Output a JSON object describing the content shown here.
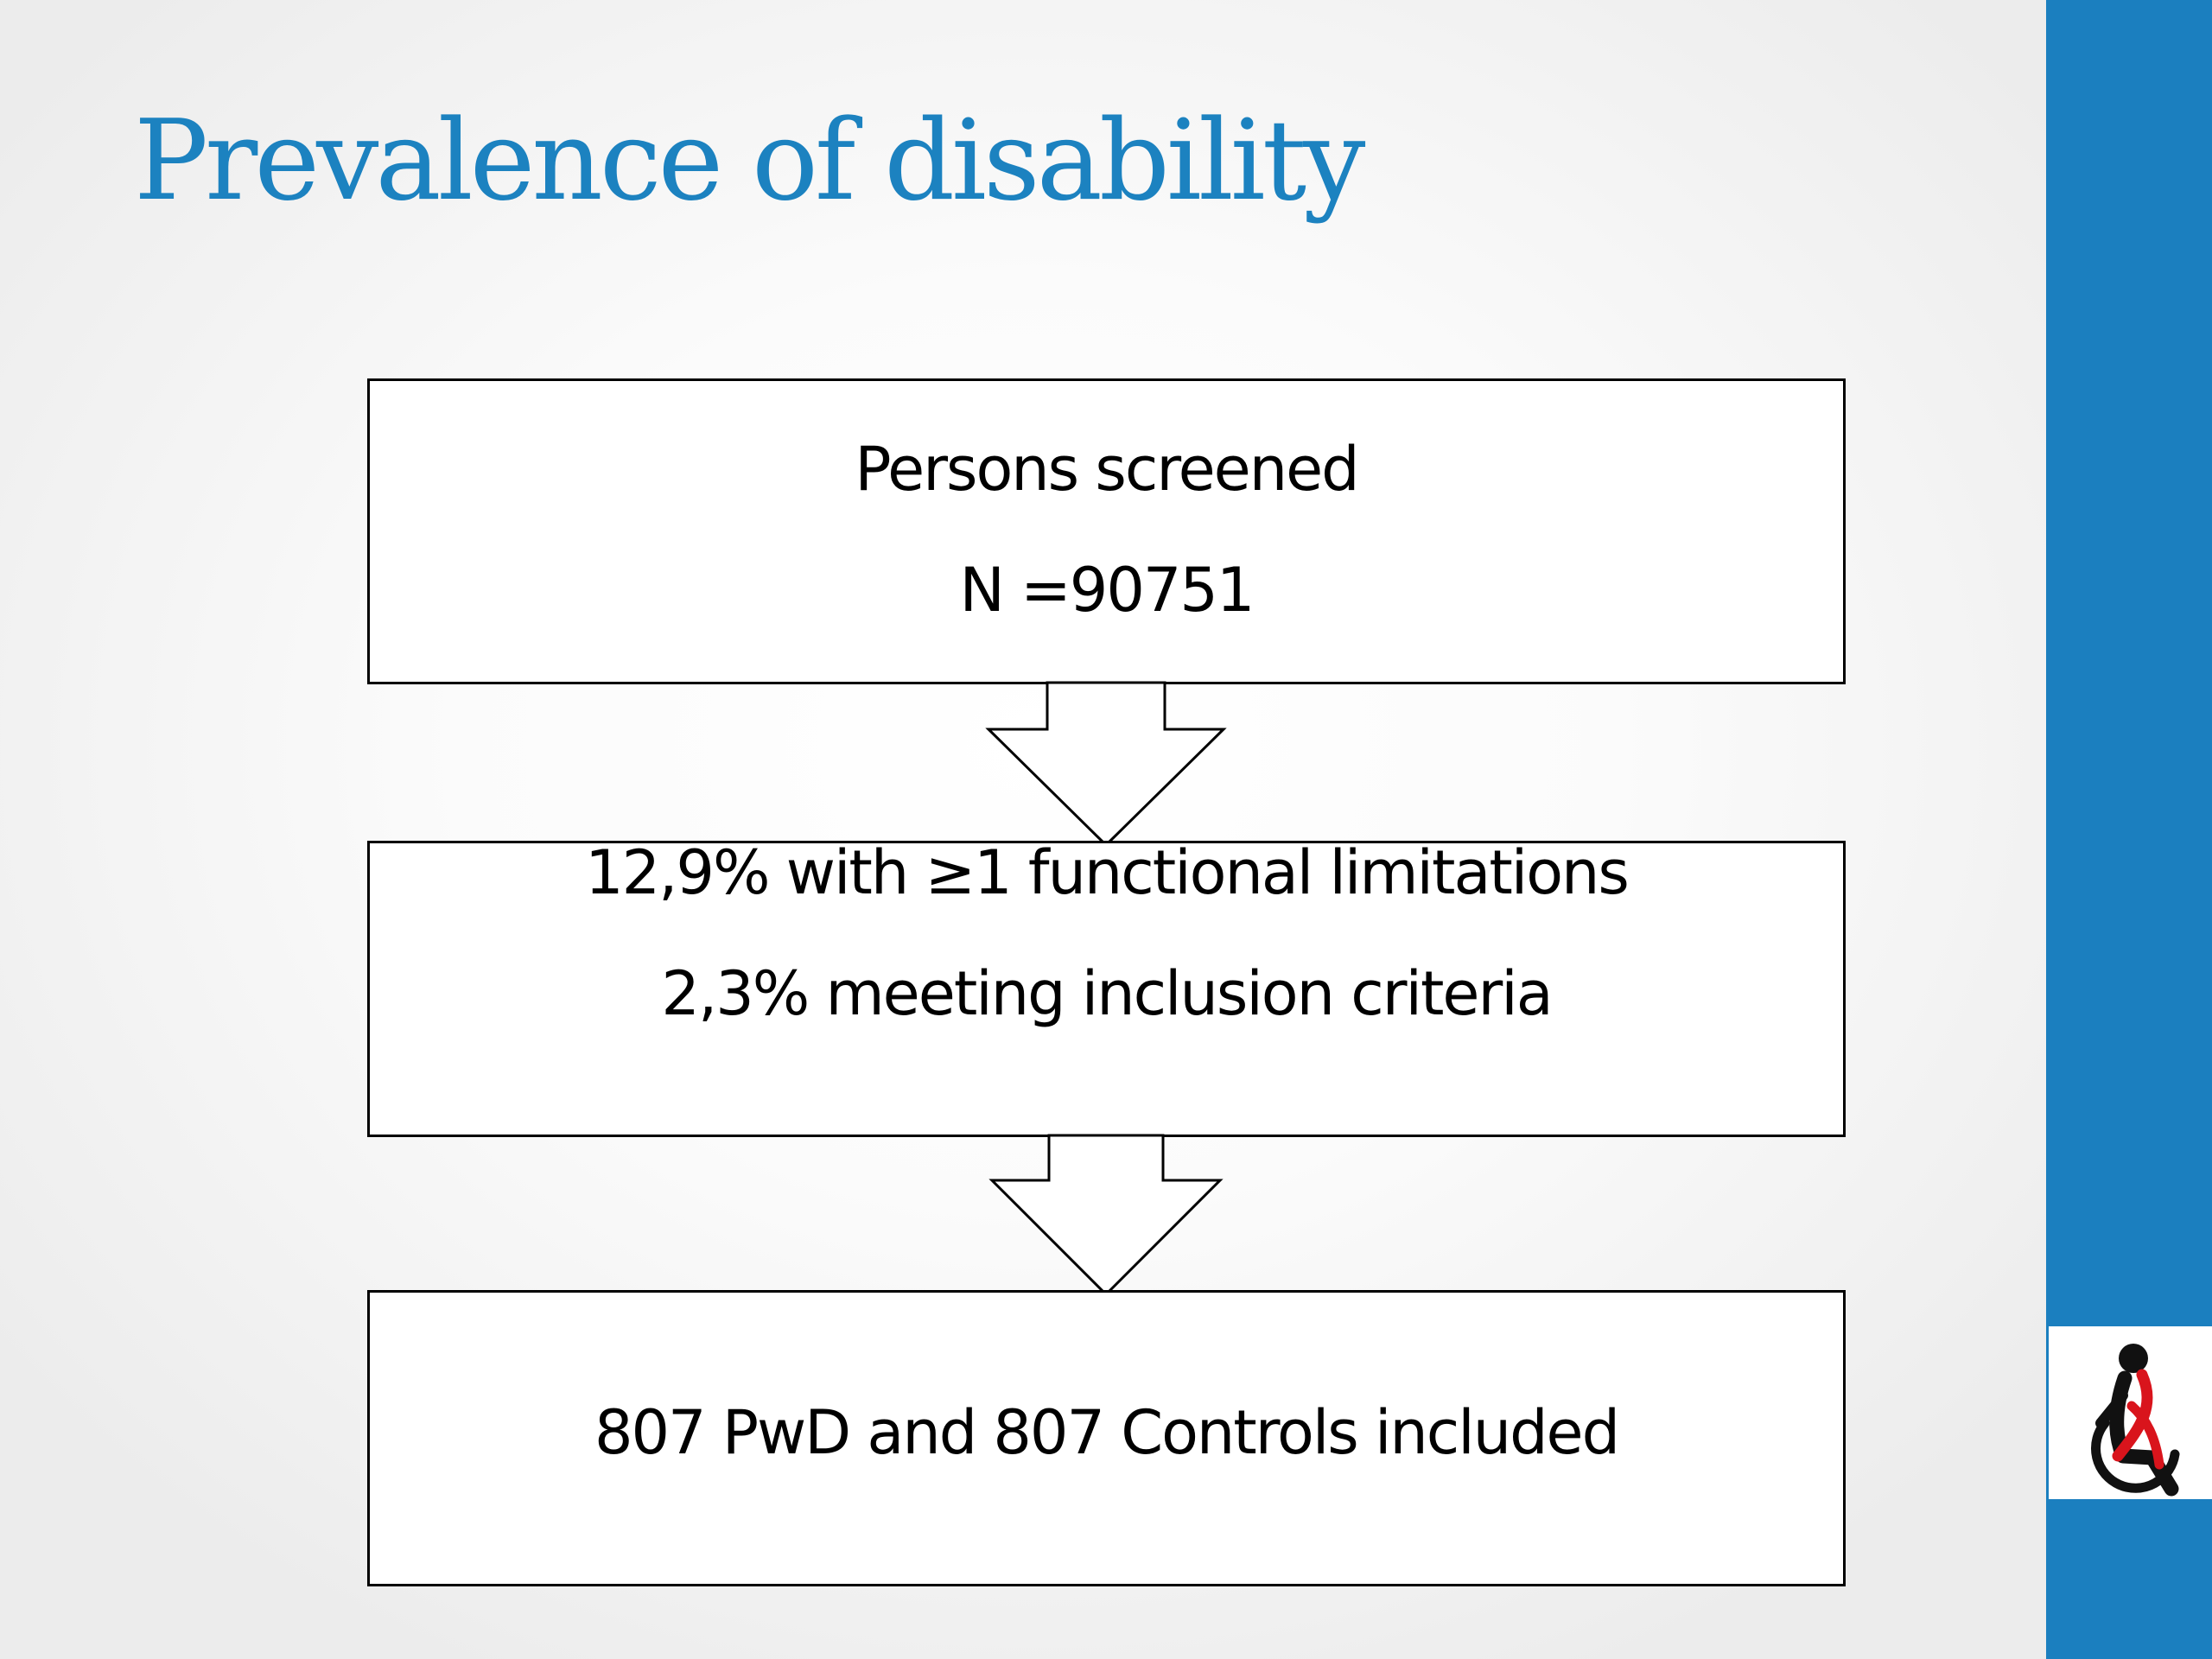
{
  "slide": {
    "title": "Prevalence of disability"
  },
  "flowchart": {
    "boxes": [
      {
        "lines": [
          "Persons screened",
          "N =90751"
        ]
      },
      {
        "lines": [
          "12,9% with ≥1 functional limitations",
          "2,3% meeting inclusion criteria"
        ]
      },
      {
        "lines": [
          "807 PwD and 807 Controls included"
        ]
      }
    ]
  },
  "colors": {
    "title": "#1c82c0",
    "accent_bar": "#1b7fbf",
    "box_border": "#000000",
    "logo_red": "#d9141c"
  },
  "icons": {
    "logo": "wheelchair-user-logo-icon"
  }
}
